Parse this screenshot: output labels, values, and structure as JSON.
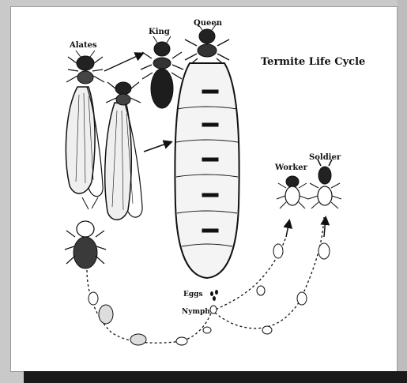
{
  "diagram": {
    "title": "Termite Life Cycle",
    "labels": {
      "alates": "Alates",
      "king": "King",
      "queen": "Queen",
      "worker": "Worker",
      "soldier": "Soldier",
      "eggs": "Eggs",
      "nymph": "Nymph"
    }
  },
  "colors": {
    "background": "#c9c9c9",
    "panel": "#ffffff",
    "ink": "#111111",
    "bar": "#1a1a1a"
  }
}
